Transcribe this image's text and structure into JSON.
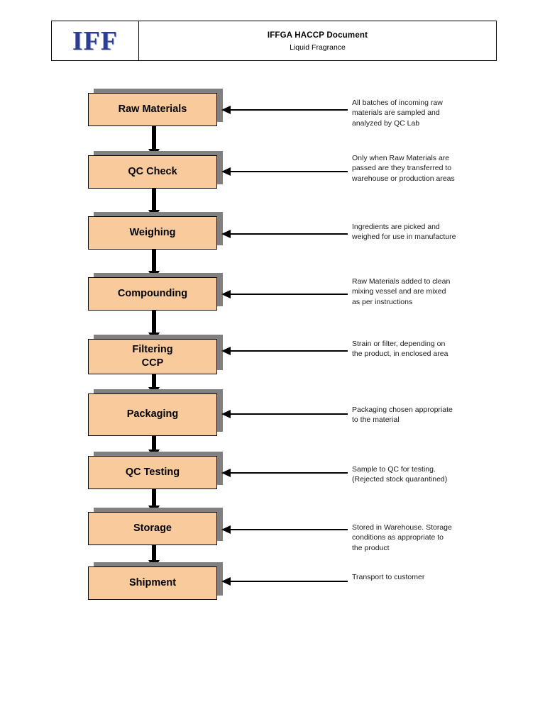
{
  "header": {
    "logo_text": "IFF",
    "logo_color": "#2e3e8f",
    "title_main": "IFFGA HACCP Document",
    "title_sub": "Liquid Fragrance"
  },
  "theme": {
    "node_fill": "#f9cb9c",
    "node_border": "#000000",
    "node_shadow": "#808080",
    "arrow_color": "#000000",
    "text_color": "#000000",
    "page_background": "#ffffff"
  },
  "chart_data": {
    "type": "diagram",
    "diagram_kind": "process-flowchart",
    "title": "IFFGA HACCP Document - Liquid Fragrance",
    "orientation": "top-to-bottom",
    "node_count": 9,
    "nodes": [
      {
        "id": "raw-materials",
        "label": "Raw Materials",
        "annotation": "All batches of incoming raw\nmaterials are sampled and\nanalyzed by QC Lab"
      },
      {
        "id": "qc-check",
        "label": "QC Check",
        "annotation": "Only when Raw Materials are\npassed are they transferred to\nwarehouse or production areas"
      },
      {
        "id": "weighing",
        "label": "Weighing",
        "annotation": "Ingredients are picked and\nweighed for use in manufacture"
      },
      {
        "id": "compounding",
        "label": "Compounding",
        "annotation": "Raw Materials added to clean\nmixing vessel and are mixed\nas per instructions"
      },
      {
        "id": "filtering-ccp",
        "label": "Filtering\nCCP",
        "annotation": "Strain or filter, depending on\nthe product, in enclosed area"
      },
      {
        "id": "packaging",
        "label": "Packaging",
        "annotation": "Packaging chosen appropriate\n to the material"
      },
      {
        "id": "qc-testing",
        "label": "QC Testing",
        "annotation": "Sample to QC for testing.\n(Rejected stock quarantined)"
      },
      {
        "id": "storage",
        "label": "Storage",
        "annotation": "Stored in Warehouse. Storage\nconditions as appropriate to\nthe product"
      },
      {
        "id": "shipment",
        "label": "Shipment",
        "annotation": "Transport to customer"
      }
    ],
    "edges": [
      {
        "from": "raw-materials",
        "to": "qc-check"
      },
      {
        "from": "qc-check",
        "to": "weighing"
      },
      {
        "from": "weighing",
        "to": "compounding"
      },
      {
        "from": "compounding",
        "to": "filtering-ccp"
      },
      {
        "from": "filtering-ccp",
        "to": "packaging"
      },
      {
        "from": "packaging",
        "to": "qc-testing"
      },
      {
        "from": "qc-testing",
        "to": "storage"
      },
      {
        "from": "storage",
        "to": "shipment"
      }
    ]
  }
}
